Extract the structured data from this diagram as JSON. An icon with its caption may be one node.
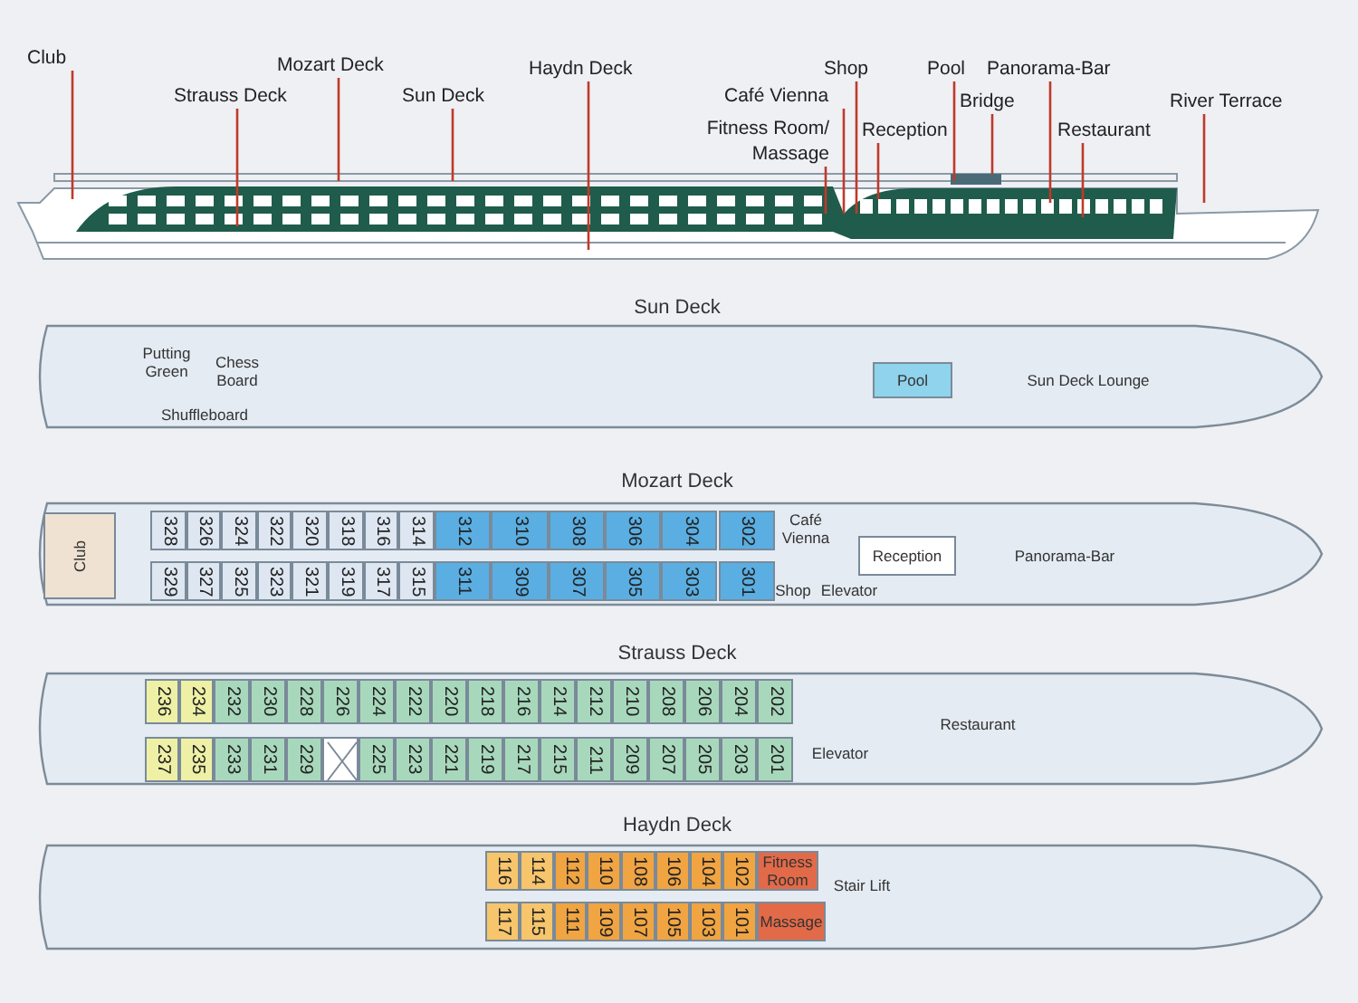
{
  "diagram": {
    "nodes": [
      {
        "text": [
          "Club"
        ]
      },
      {
        "text": [
          "Strauss Deck"
        ]
      },
      {
        "text": [
          "Mozart Deck"
        ]
      },
      {
        "text": [
          "Sun Deck"
        ]
      },
      {
        "text": [
          "Haydn Deck"
        ]
      },
      {
        "text": [
          "Fitness Room/ Massage"
        ]
      },
      {
        "text": [
          "Café Vienna"
        ]
      },
      {
        "text": [
          "Shop"
        ]
      },
      {
        "text": [
          "Reception"
        ]
      },
      {
        "text": [
          "Pool"
        ]
      },
      {
        "text": [
          "Bridge"
        ]
      },
      {
        "text": [
          "Panorama-Bar"
        ]
      },
      {
        "text": [
          "Restaurant"
        ]
      },
      {
        "text": [
          "River Terrace"
        ]
      },
      {
        "text": [
          "Sun Deck"
        ]
      },
      {
        "text": [
          "Putting Green"
        ],
        "in": 14
      },
      {
        "text": [
          "Chess Board"
        ],
        "in": 14
      },
      {
        "text": [
          "Shuffleboard"
        ],
        "in": 14
      },
      {
        "text": [
          "Pool"
        ],
        "in": 14
      },
      {
        "text": [
          "Sun Deck Lounge"
        ],
        "in": 14
      },
      {
        "text": [
          "Mozart Deck"
        ]
      },
      {
        "text": [
          "Club"
        ],
        "in": 20
      },
      {
        "text": [
          "328"
        ],
        "in": 20
      },
      {
        "text": [
          "326"
        ],
        "in": 20
      },
      {
        "text": [
          "324"
        ],
        "in": 20
      },
      {
        "text": [
          "322"
        ],
        "in": 20
      },
      {
        "text": [
          "320"
        ],
        "in": 20
      },
      {
        "text": [
          "318"
        ],
        "in": 20
      },
      {
        "text": [
          "316"
        ],
        "in": 20
      },
      {
        "text": [
          "314"
        ],
        "in": 20
      },
      {
        "text": [
          "312"
        ],
        "in": 20
      },
      {
        "text": [
          "310"
        ],
        "in": 20
      },
      {
        "text": [
          "308"
        ],
        "in": 20
      },
      {
        "text": [
          "306"
        ],
        "in": 20
      },
      {
        "text": [
          "304"
        ],
        "in": 20
      },
      {
        "text": [
          "302"
        ],
        "in": 20
      },
      {
        "text": [
          "329"
        ],
        "in": 20
      },
      {
        "text": [
          "327"
        ],
        "in": 20
      },
      {
        "text": [
          "325"
        ],
        "in": 20
      },
      {
        "text": [
          "323"
        ],
        "in": 20
      },
      {
        "text": [
          "321"
        ],
        "in": 20
      },
      {
        "text": [
          "319"
        ],
        "in": 20
      },
      {
        "text": [
          "317"
        ],
        "in": 20
      },
      {
        "text": [
          "315"
        ],
        "in": 20
      },
      {
        "text": [
          "311"
        ],
        "in": 20
      },
      {
        "text": [
          "309"
        ],
        "in": 20
      },
      {
        "text": [
          "307"
        ],
        "in": 20
      },
      {
        "text": [
          "305"
        ],
        "in": 20
      },
      {
        "text": [
          "303"
        ],
        "in": 20
      },
      {
        "text": [
          "301"
        ],
        "in": 20
      },
      {
        "text": [
          "Café Vienna"
        ],
        "in": 20
      },
      {
        "text": [
          "Shop"
        ],
        "in": 20
      },
      {
        "text": [
          "Elevator"
        ],
        "in": 20
      },
      {
        "text": [
          "Reception"
        ],
        "in": 20
      },
      {
        "text": [
          "Panorama-Bar"
        ],
        "in": 20
      },
      {
        "text": [
          "Strauss Deck"
        ]
      },
      {
        "text": [
          "236"
        ],
        "in": 55
      },
      {
        "text": [
          "234"
        ],
        "in": 55
      },
      {
        "text": [
          "232"
        ],
        "in": 55
      },
      {
        "text": [
          "230"
        ],
        "in": 55
      },
      {
        "text": [
          "228"
        ],
        "in": 55
      },
      {
        "text": [
          "226"
        ],
        "in": 55
      },
      {
        "text": [
          "224"
        ],
        "in": 55
      },
      {
        "text": [
          "222"
        ],
        "in": 55
      },
      {
        "text": [
          "220"
        ],
        "in": 55
      },
      {
        "text": [
          "218"
        ],
        "in": 55
      },
      {
        "text": [
          "216"
        ],
        "in": 55
      },
      {
        "text": [
          "214"
        ],
        "in": 55
      },
      {
        "text": [
          "212"
        ],
        "in": 55
      },
      {
        "text": [
          "210"
        ],
        "in": 55
      },
      {
        "text": [
          "208"
        ],
        "in": 55
      },
      {
        "text": [
          "206"
        ],
        "in": 55
      },
      {
        "text": [
          "204"
        ],
        "in": 55
      },
      {
        "text": [
          "202"
        ],
        "in": 55
      },
      {
        "text": [
          "237"
        ],
        "in": 55
      },
      {
        "text": [
          "235"
        ],
        "in": 55
      },
      {
        "text": [
          "233"
        ],
        "in": 55
      },
      {
        "text": [
          "231"
        ],
        "in": 55
      },
      {
        "text": [
          "229"
        ],
        "in": 55
      },
      {
        "text": [],
        "shape": "box",
        "in": 55
      },
      {
        "text": [
          "225"
        ],
        "in": 55
      },
      {
        "text": [
          "223"
        ],
        "in": 55
      },
      {
        "text": [
          "221"
        ],
        "in": 55
      },
      {
        "text": [
          "219"
        ],
        "in": 55
      },
      {
        "text": [
          "217"
        ],
        "in": 55
      },
      {
        "text": [
          "215"
        ],
        "in": 55
      },
      {
        "text": [
          "211"
        ],
        "in": 55
      },
      {
        "text": [
          "209"
        ],
        "in": 55
      },
      {
        "text": [
          "207"
        ],
        "in": 55
      },
      {
        "text": [
          "205"
        ],
        "in": 55
      },
      {
        "text": [
          "203"
        ],
        "in": 55
      },
      {
        "text": [
          "201"
        ],
        "in": 55
      },
      {
        "text": [
          "Elevator"
        ],
        "in": 55
      },
      {
        "text": [
          "Restaurant"
        ],
        "in": 55
      },
      {
        "text": [
          "Haydn Deck"
        ]
      },
      {
        "text": [
          "116"
        ],
        "in": 94
      },
      {
        "text": [
          "114"
        ],
        "in": 94
      },
      {
        "text": [
          "112"
        ],
        "in": 94
      },
      {
        "text": [
          "110"
        ],
        "in": 94
      },
      {
        "text": [
          "108"
        ],
        "in": 94
      },
      {
        "text": [
          "106"
        ],
        "in": 94
      },
      {
        "text": [
          "104"
        ],
        "in": 94
      },
      {
        "text": [
          "102"
        ],
        "in": 94
      },
      {
        "text": [
          "Fitness Room"
        ],
        "in": 94
      },
      {
        "text": [
          "Stair Lift"
        ],
        "in": 94
      },
      {
        "text": [
          "117"
        ],
        "in": 94
      },
      {
        "text": [
          "115"
        ],
        "in": 94
      },
      {
        "text": [
          "111"
        ],
        "in": 94
      },
      {
        "text": [
          "109"
        ],
        "in": 94
      },
      {
        "text": [
          "107"
        ],
        "in": 94
      },
      {
        "text": [
          "105"
        ],
        "in": 94
      },
      {
        "text": [
          "103"
        ],
        "in": 94
      },
      {
        "text": [
          "101"
        ],
        "in": 94
      },
      {
        "text": [
          "Massage"
        ],
        "in": 94
      },
      {
        "text": [],
        "shape": "picture"
      }
    ],
    "edges": [
      {
        "from": 0,
        "to": 114,
        "arrow": "none"
      },
      {
        "from": 1,
        "to": 114,
        "arrow": "none"
      },
      {
        "from": 2,
        "to": 114,
        "arrow": "none"
      },
      {
        "from": 3,
        "to": 114,
        "arrow": "none"
      },
      {
        "from": 4,
        "to": 114,
        "arrow": "none"
      },
      {
        "from": 5,
        "to": 114,
        "arrow": "none"
      },
      {
        "from": 6,
        "to": 114,
        "arrow": "none"
      },
      {
        "from": 7,
        "to": 114,
        "arrow": "none"
      },
      {
        "from": 8,
        "to": 114,
        "arrow": "none"
      },
      {
        "from": 9,
        "to": 114,
        "arrow": "none"
      },
      {
        "from": 10,
        "to": 114,
        "arrow": "none"
      },
      {
        "from": 11,
        "to": 114,
        "arrow": "none"
      },
      {
        "from": 12,
        "to": 114,
        "arrow": "none"
      },
      {
        "from": 13,
        "to": 114,
        "arrow": "none"
      }
    ]
  }
}
